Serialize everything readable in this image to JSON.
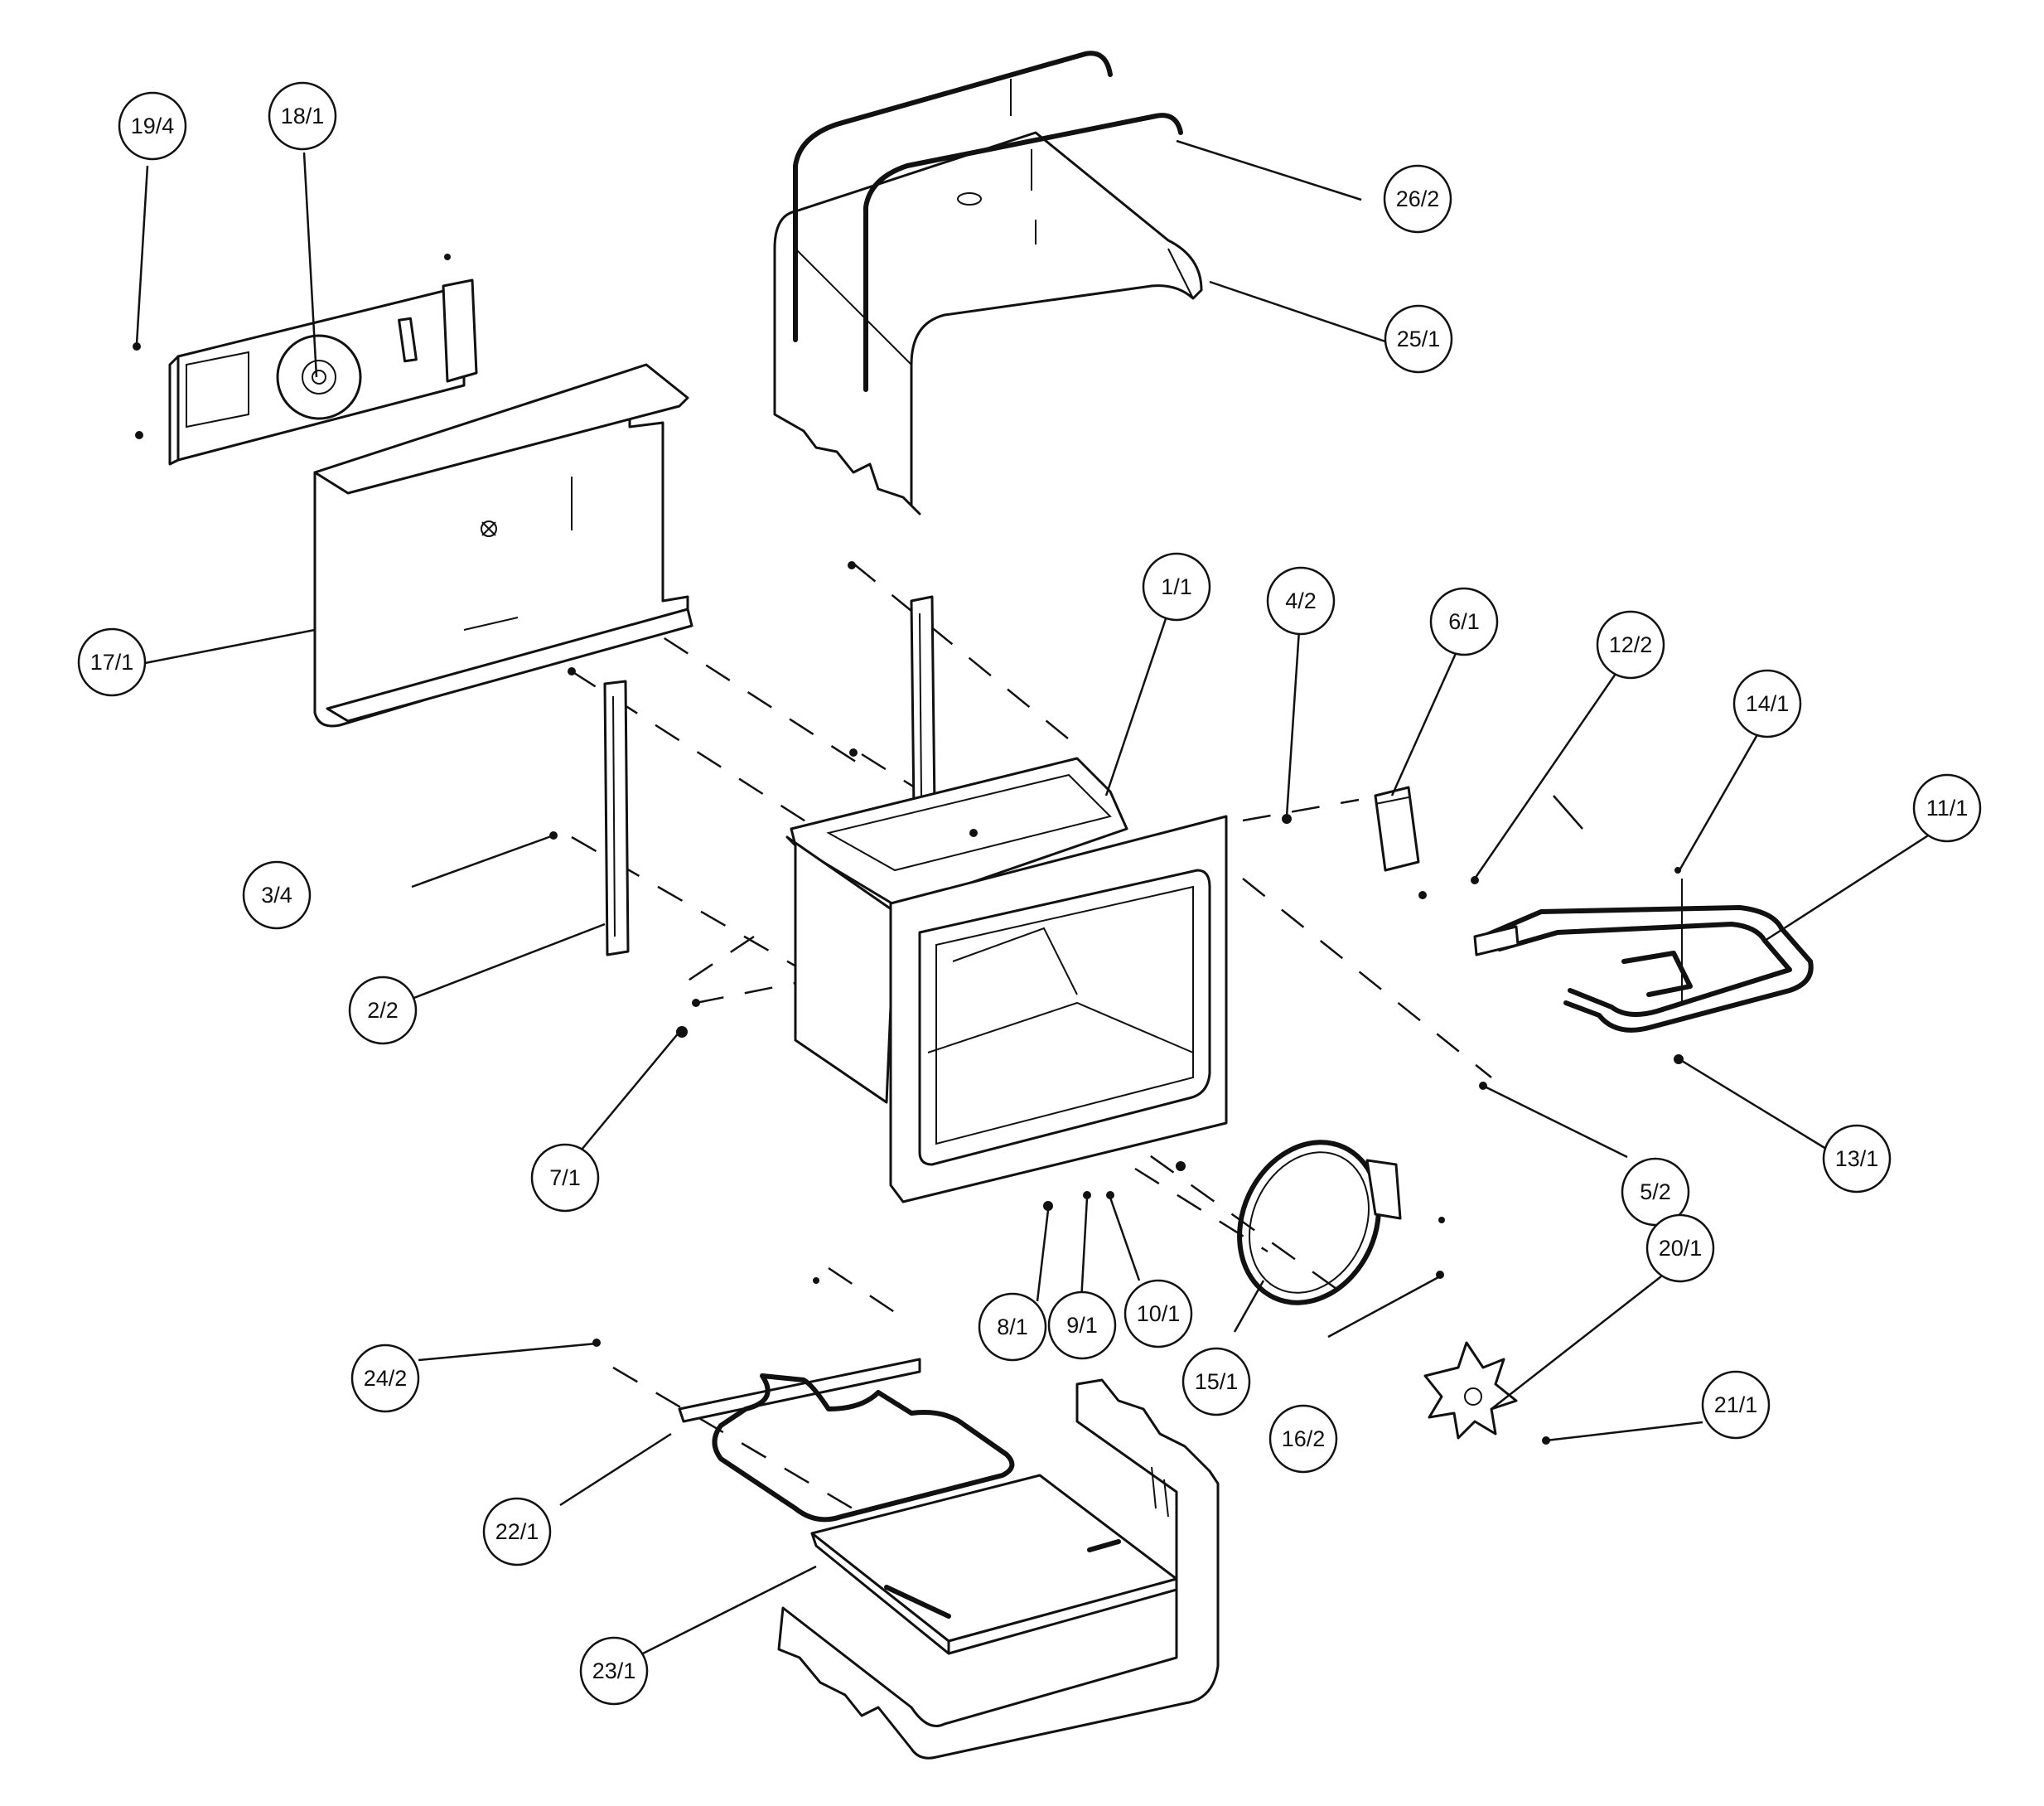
{
  "diagram": {
    "callouts": [
      {
        "id": "c-1-1",
        "label": "1/1"
      },
      {
        "id": "c-2-2",
        "label": "2/2"
      },
      {
        "id": "c-3-4",
        "label": "3/4"
      },
      {
        "id": "c-4-2",
        "label": "4/2"
      },
      {
        "id": "c-5-2",
        "label": "5/2"
      },
      {
        "id": "c-6-1",
        "label": "6/1"
      },
      {
        "id": "c-7-1",
        "label": "7/1"
      },
      {
        "id": "c-8-1",
        "label": "8/1"
      },
      {
        "id": "c-9-1",
        "label": "9/1"
      },
      {
        "id": "c-10-1",
        "label": "10/1"
      },
      {
        "id": "c-11-1",
        "label": "11/1"
      },
      {
        "id": "c-12-2",
        "label": "12/2"
      },
      {
        "id": "c-13-1",
        "label": "13/1"
      },
      {
        "id": "c-14-1",
        "label": "14/1"
      },
      {
        "id": "c-15-1",
        "label": "15/1"
      },
      {
        "id": "c-16-2",
        "label": "16/2"
      },
      {
        "id": "c-17-1",
        "label": "17/1"
      },
      {
        "id": "c-18-1",
        "label": "18/1"
      },
      {
        "id": "c-19-4",
        "label": "19/4"
      },
      {
        "id": "c-20-1",
        "label": "20/1"
      },
      {
        "id": "c-21-1",
        "label": "21/1"
      },
      {
        "id": "c-22-1",
        "label": "22/1"
      },
      {
        "id": "c-23-1",
        "label": "23/1"
      },
      {
        "id": "c-24-2",
        "label": "24/2"
      },
      {
        "id": "c-25-1",
        "label": "25/1"
      },
      {
        "id": "c-26-2",
        "label": "26/2"
      }
    ]
  }
}
